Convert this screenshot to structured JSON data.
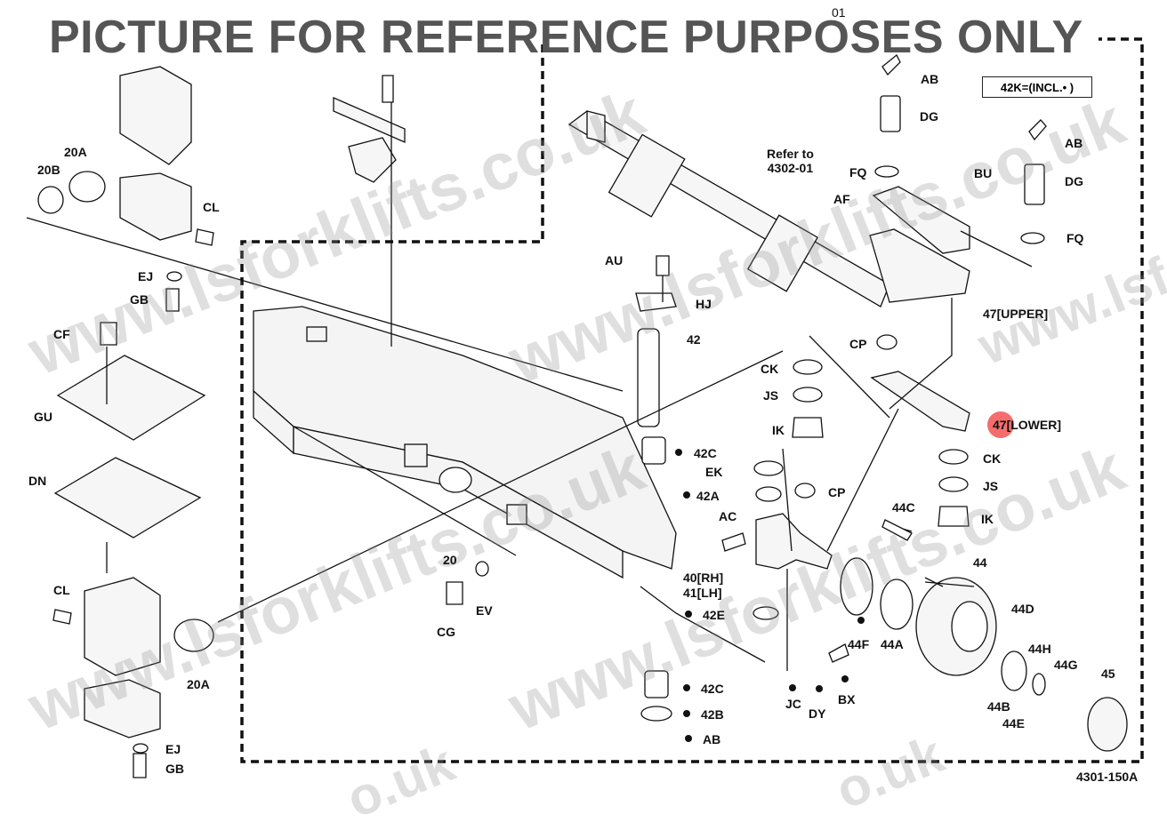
{
  "banner": "PICTURE FOR REFERENCE PURPOSES ONLY",
  "figure_code": "4301-150A",
  "group_number": "01",
  "legend_note": "42K=(INCL.• )",
  "refer_note": [
    "Refer to",
    "4302-01"
  ],
  "watermark_text": "www.lsforklifts.co.uk",
  "watermark_fragment": "o.uk",
  "highlight_color": "#f03c3c",
  "labels": {
    "20A_top": "20A",
    "20B": "20B",
    "CL_top": "CL",
    "EJ_top": "EJ",
    "GB_top": "GB",
    "CF": "CF",
    "GU": "GU",
    "DN": "DN",
    "CL_bot": "CL",
    "20A_bot": "20A",
    "EJ_bot": "EJ",
    "GB_bot": "GB",
    "20": "20",
    "CG": "CG",
    "EV": "EV",
    "AU": "AU",
    "HJ": "HJ",
    "42": "42",
    "42C_top": "42C",
    "EK": "EK",
    "42A": "42A",
    "AC": "AC",
    "40RH": "40[RH]",
    "41LH": "41[LH]",
    "42E": "42E",
    "42C_bot": "42C",
    "42B": "42B",
    "AB_bot": "AB",
    "CK_left": "CK",
    "JS_left": "JS",
    "IK_left": "IK",
    "CP_mid": "CP",
    "CP_lower": "CP",
    "AB_top": "AB",
    "DG_top": "DG",
    "FQ_left": "FQ",
    "AF": "AF",
    "BU": "BU",
    "AB_right": "AB",
    "DG_right": "DG",
    "FQ_right": "FQ",
    "47UPPER": "47[UPPER]",
    "47LOWER": "47[LOWER]",
    "CK_right": "CK",
    "JS_right": "JS",
    "IK_right": "IK",
    "44C": "44C",
    "44": "44",
    "44D": "44D",
    "44F": "44F",
    "44A": "44A",
    "44H": "44H",
    "44G": "44G",
    "45": "45",
    "44B": "44B",
    "44E": "44E",
    "JC": "JC",
    "DY": "DY",
    "BX": "BX"
  }
}
